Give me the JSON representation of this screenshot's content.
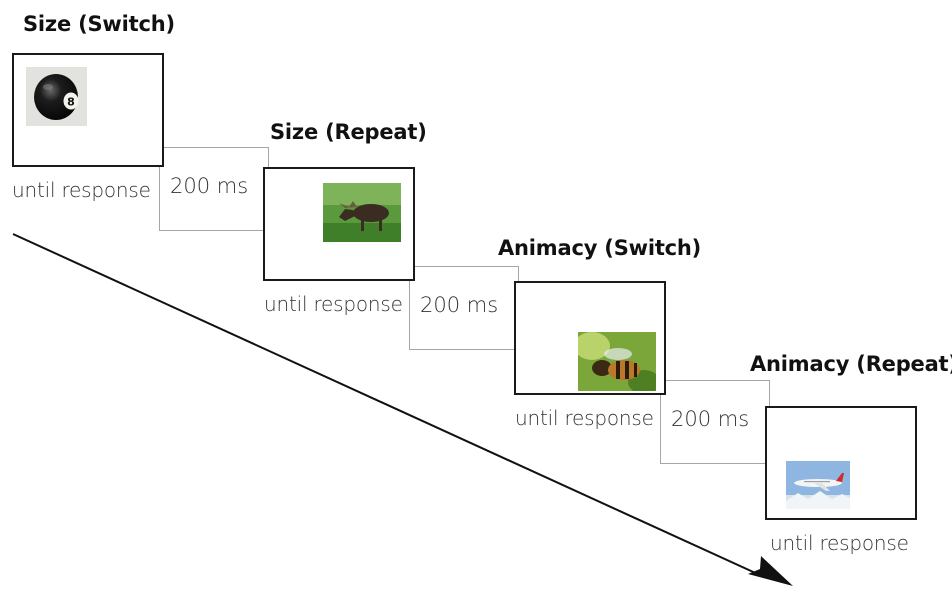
{
  "trials": [
    {
      "title": "Size (Switch)",
      "caption": "until response",
      "image": "eight-ball-image"
    },
    {
      "title": "Size (Repeat)",
      "caption": "until response",
      "image": "moose-image"
    },
    {
      "title": "Animacy (Switch)",
      "caption": "until response",
      "image": "bee-image"
    },
    {
      "title": "Animacy (Repeat)",
      "caption": "until response",
      "image": "airplane-image"
    }
  ],
  "isi": [
    {
      "label": "200 ms"
    },
    {
      "label": "200 ms"
    },
    {
      "label": "200 ms"
    }
  ],
  "colors": {
    "stimulus_border": "#1a1a1a",
    "isi_border": "#a6a6a6",
    "arrow": "#111111"
  }
}
